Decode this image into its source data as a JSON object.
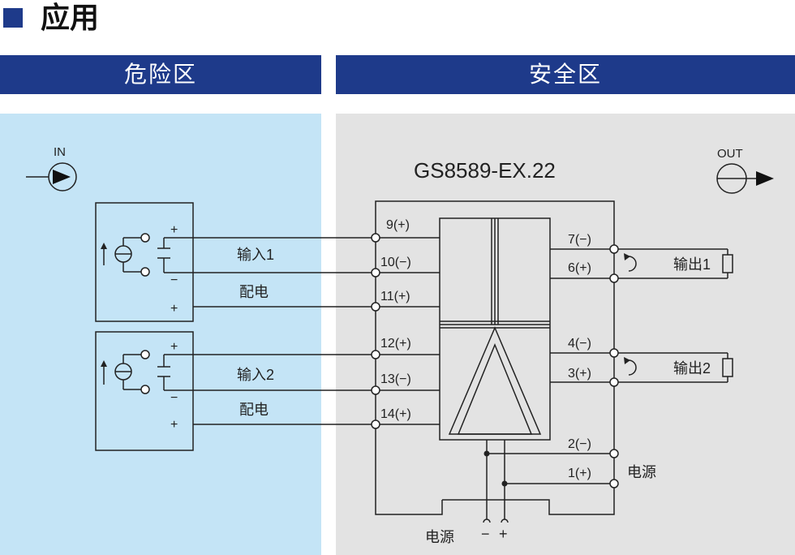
{
  "title": "应用",
  "zones": {
    "hazard": "危险区",
    "safe": "安全区"
  },
  "signals": {
    "in_label": "IN",
    "out_label": "OUT"
  },
  "model": "GS8589-EX.22",
  "sensor_terminals": {
    "ch1": {
      "top": "+",
      "mid": "−",
      "bottom": "+"
    },
    "ch2": {
      "top": "+",
      "mid": "−",
      "bottom": "+"
    }
  },
  "wire_labels": {
    "input1": "输入1",
    "supply1": "配电",
    "input2": "输入2",
    "supply2": "配电"
  },
  "input_terminals": [
    "9(+)",
    "10(−)",
    "11(+)",
    "12(+)",
    "13(−)",
    "14(+)"
  ],
  "output_terminals": [
    "7(−)",
    "6(+)",
    "4(−)",
    "3(+)",
    "2(−)",
    "1(+)"
  ],
  "outputs": {
    "out1": "输出1",
    "out2": "输出2"
  },
  "power": {
    "side": "电源",
    "bottom": "电源",
    "minus": "−",
    "plus": "+"
  },
  "colors": {
    "header": "#1e3a8a",
    "hazard_bg": "#c4e4f6",
    "safe_bg": "#e3e3e3"
  }
}
